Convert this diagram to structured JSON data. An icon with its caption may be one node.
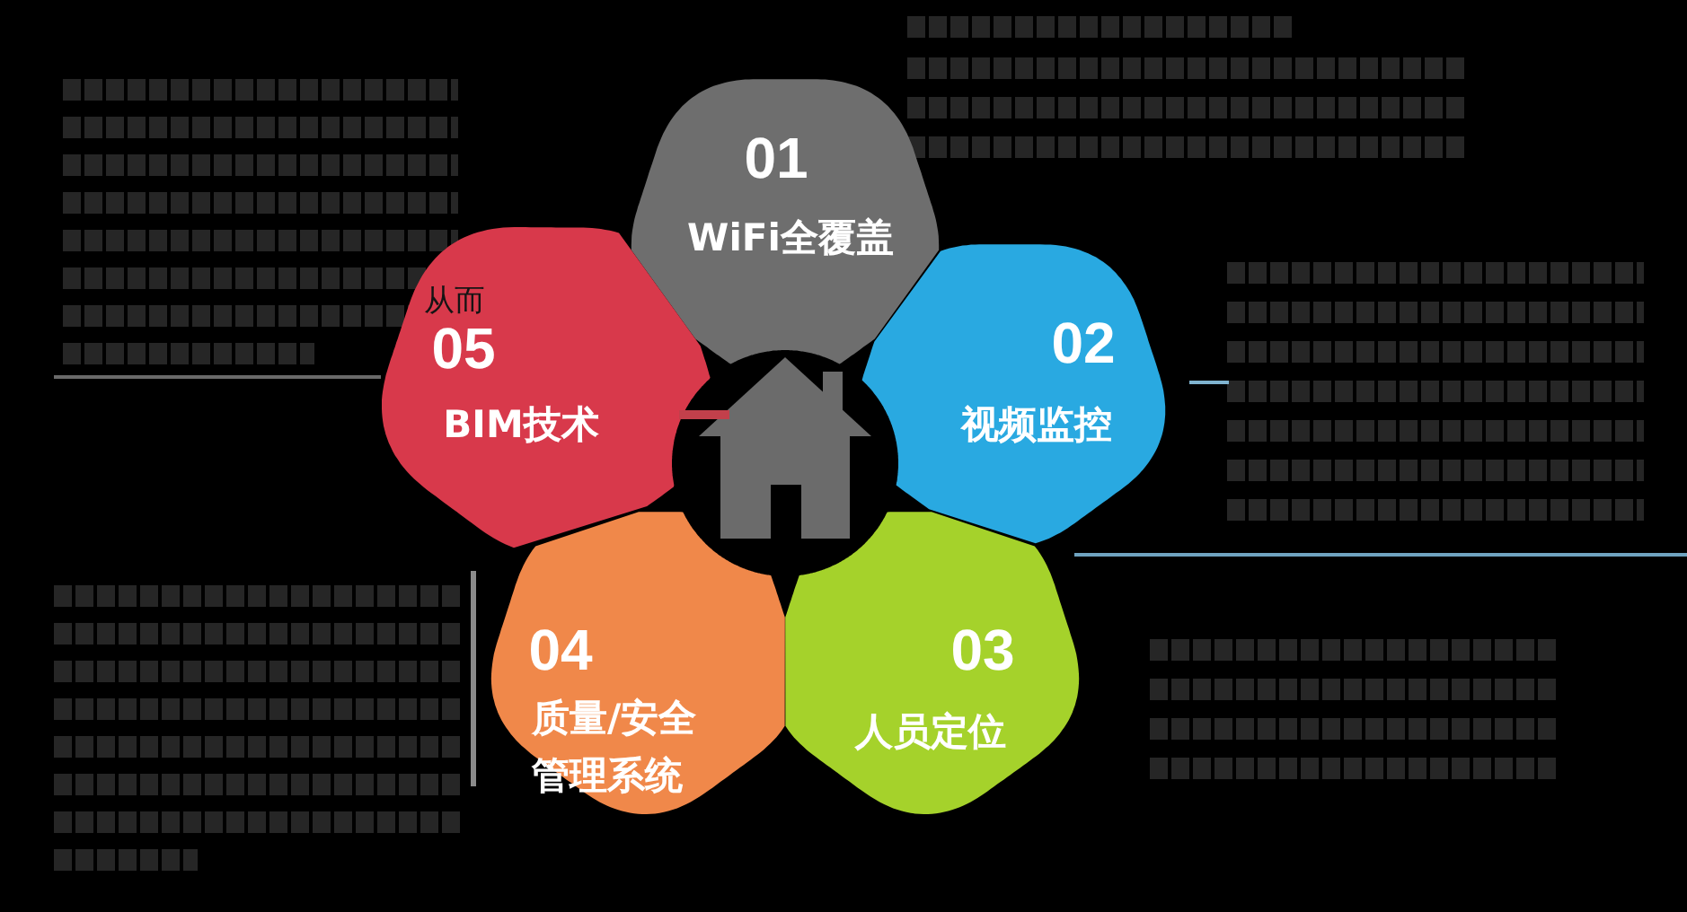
{
  "diagram": {
    "nodes": [
      {
        "text": [
          "01",
          "WiFi全覆盖"
        ]
      },
      {
        "text": [
          "02",
          "视频监控"
        ]
      },
      {
        "text": [
          "03",
          "人员定位"
        ]
      },
      {
        "text": [
          "04",
          "质量/安全管理系统"
        ]
      },
      {
        "text": [
          "05",
          "BIM技术"
        ]
      },
      {
        "text": [],
        "shape": "picture"
      }
    ],
    "edges": [
      {
        "from": 4,
        "to": 5,
        "arrow": "none",
        "color": "#c2404b"
      }
    ],
    "labels": [
      "从而"
    ]
  }
}
